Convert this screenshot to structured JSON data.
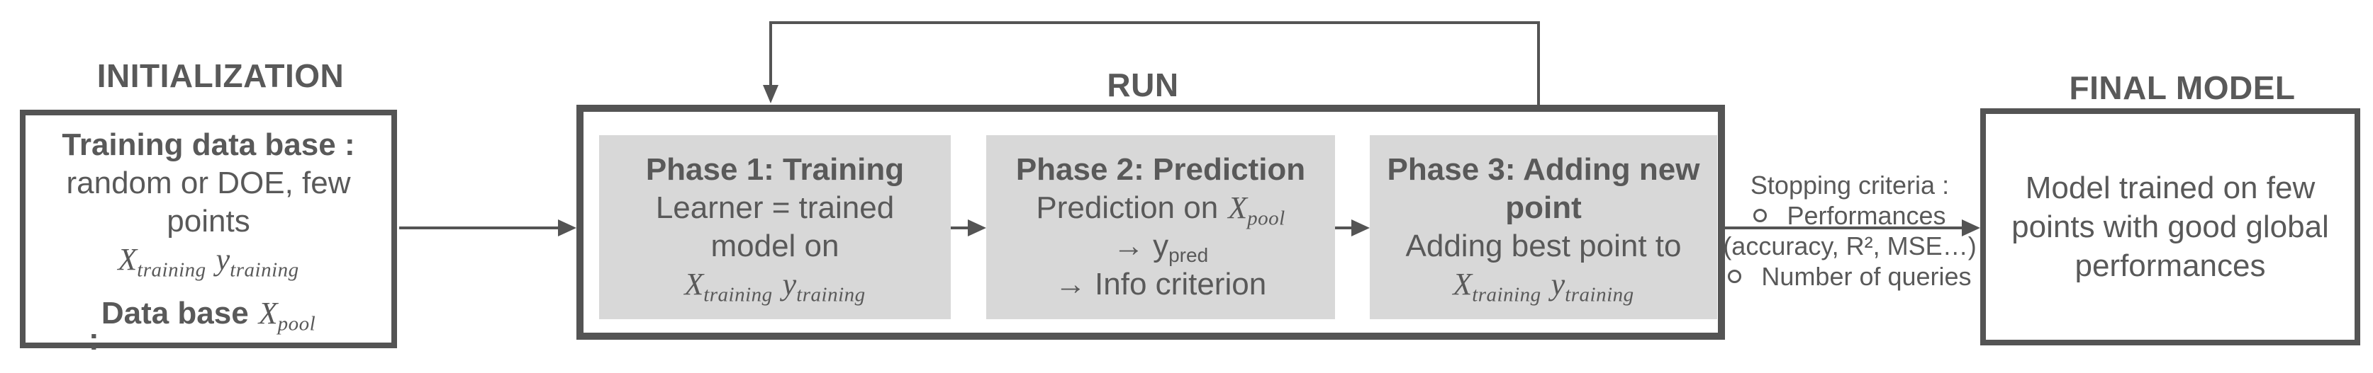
{
  "colors": {
    "line_gray": "#545454",
    "text_gray": "#595959",
    "phase_fill": "#d8d8d8",
    "background": "#ffffff"
  },
  "initialization": {
    "title": "INITIALIZATION",
    "box_title": "Training data base :",
    "line1": "random or DOE, few",
    "line2": "points",
    "math_training": {
      "x": "X",
      "x_sub": "training",
      "y": "y",
      "y_sub": "training"
    },
    "db_label": "Data base",
    "math_pool": {
      "x": "X",
      "x_sub": "pool"
    },
    "clipped_colon": ":"
  },
  "run": {
    "title": "RUN",
    "phase1": {
      "title": "Phase 1: Training",
      "line1": "Learner = trained",
      "line2": "model on",
      "math": {
        "x": "X",
        "x_sub": "training",
        "y": "y",
        "y_sub": "training"
      }
    },
    "phase2": {
      "title": "Phase 2: Prediction",
      "line1": "Prediction on",
      "math": {
        "x": "X",
        "x_sub": "pool"
      },
      "line2_base": "→ y",
      "line2_sub": "pred",
      "line3": "→ Info criterion"
    },
    "phase3": {
      "title_line1": "Phase 3: Adding new",
      "title_line2": "point",
      "line1": "Adding best point to",
      "math": {
        "x": "X",
        "x_sub": "training",
        "y": "y",
        "y_sub": "training"
      }
    }
  },
  "stopping": {
    "title": "Stopping criteria :",
    "item1": "Performances",
    "detail": "(accuracy, R², MSE…)",
    "item2": "Number of queries"
  },
  "final": {
    "title": "FINAL MODEL",
    "line1": "Model trained on few",
    "line2": "points with good global",
    "line3": "performances"
  }
}
